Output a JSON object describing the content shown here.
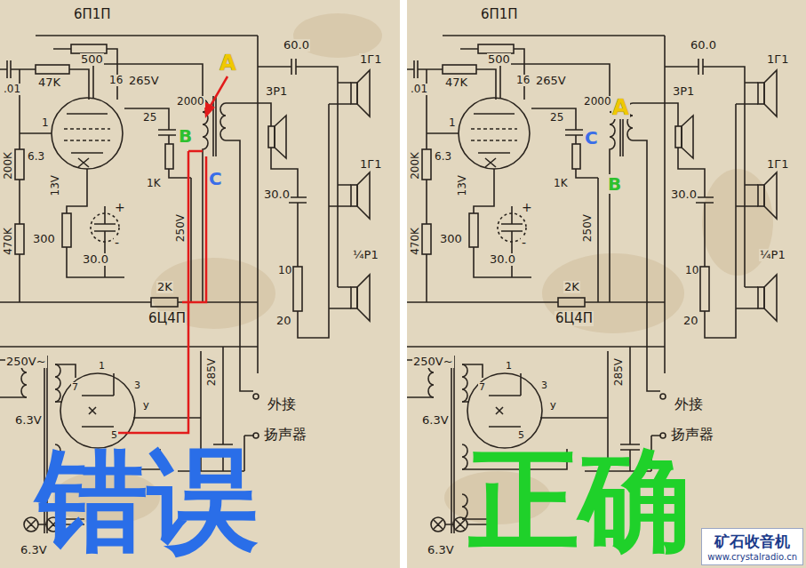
{
  "diagram": {
    "nodes": [
      {
        "text": [
          "矿石收音机",
          "www.crystalradio.cn"
        ]
      }
    ],
    "labels": [
      "6П1П",
      ".01",
      "47K",
      "500",
      "16",
      "265V",
      "A",
      "2000",
      "25",
      "1",
      "B",
      "C",
      "6.3",
      "13V",
      "200K",
      "470K",
      "300",
      "+",
      "-",
      "30.0",
      "1K",
      "250V",
      "2K",
      "6Ц4П",
      "60.0",
      "3P1",
      "30.0",
      "10",
      "20",
      "1Г1",
      "1Г1",
      "¼P1",
      "250V~",
      "1",
      "7",
      "3",
      "У",
      "285V",
      "5",
      "6.3V",
      "外接",
      "扬声器",
      "6.3V",
      "错误",
      "6П1П",
      ".01",
      "47K",
      "500",
      "16",
      "265V",
      "A",
      "2000",
      "25",
      "1",
      "C",
      "B",
      "6.3",
      "13V",
      "200K",
      "470K",
      "300",
      "+",
      "-",
      "30.0",
      "1K",
      "250V",
      "2K",
      "6Ц4П",
      "60.0",
      "3P1",
      "30.0",
      "10",
      "20",
      "1Г1",
      "1Г1",
      "¼P1",
      "250V~",
      "1",
      "7",
      "3",
      "У",
      "285V",
      "5",
      "6.3V",
      "外接",
      "扬声器",
      "6.3V",
      "正确"
    ]
  }
}
